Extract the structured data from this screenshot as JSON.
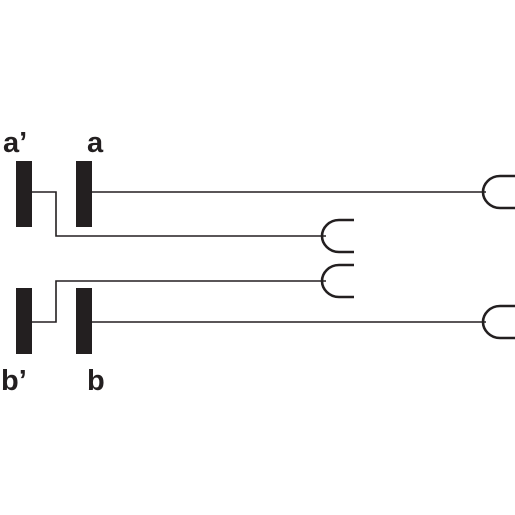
{
  "labels": {
    "a_prime": "a’",
    "a": "a",
    "b_prime": "b’",
    "b": "b"
  },
  "colors": {
    "ink": "#231f20",
    "background": "#ffffff"
  }
}
